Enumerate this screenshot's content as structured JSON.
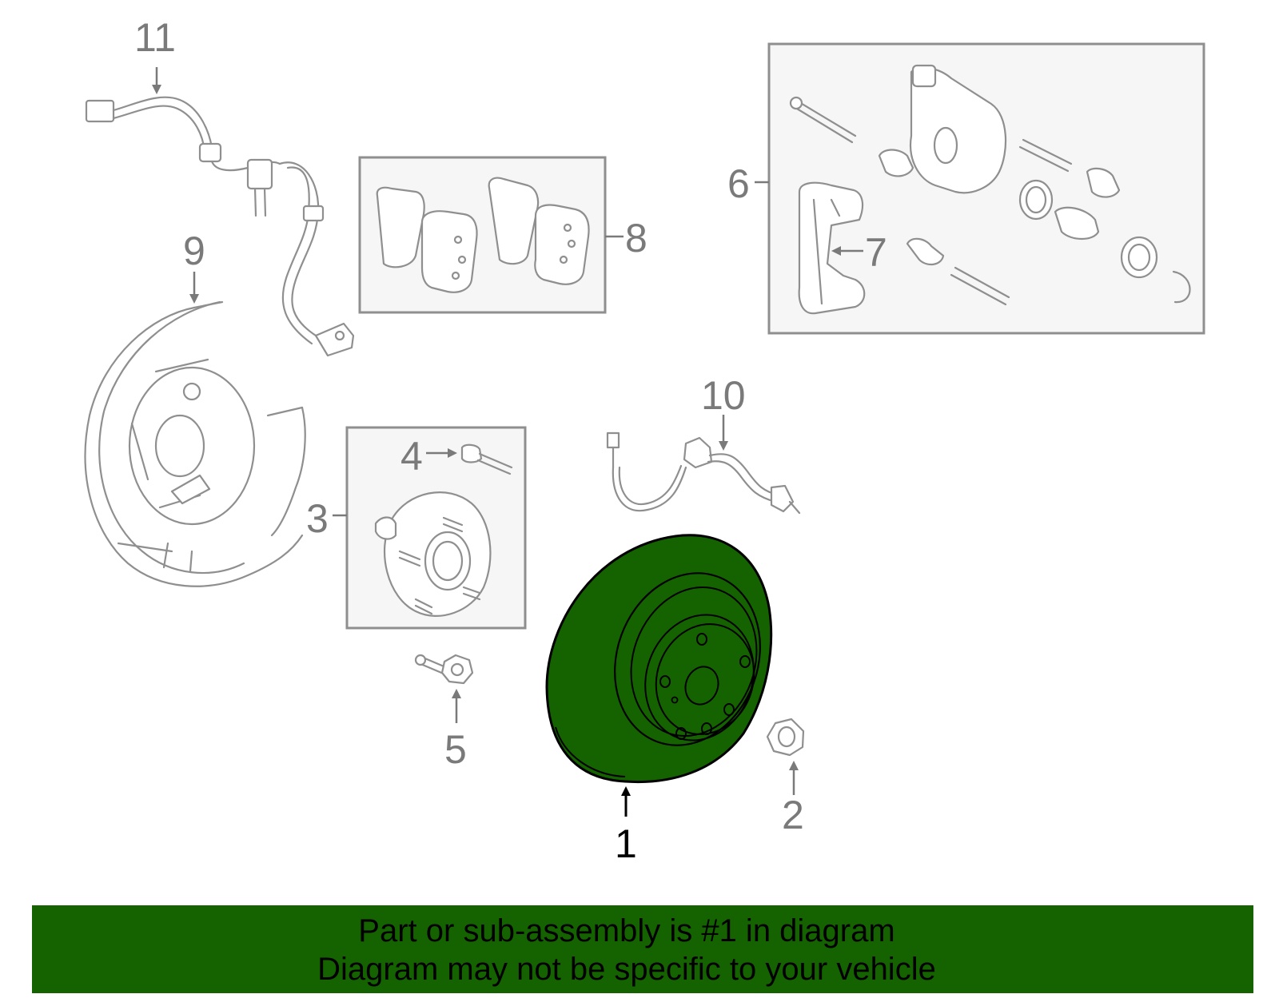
{
  "colors": {
    "highlight": "#146300",
    "line": "#8f8f8f",
    "callout": "#7a7a7a"
  },
  "callouts": {
    "c1": "1",
    "c2": "2",
    "c3": "3",
    "c4": "4",
    "c5": "5",
    "c6": "6",
    "c7": "7",
    "c8": "8",
    "c9": "9",
    "c10": "10",
    "c11": "11"
  },
  "banner": {
    "line1": "Part or sub-assembly is #1 in diagram",
    "line2": "Diagram may not be specific to your vehicle"
  }
}
